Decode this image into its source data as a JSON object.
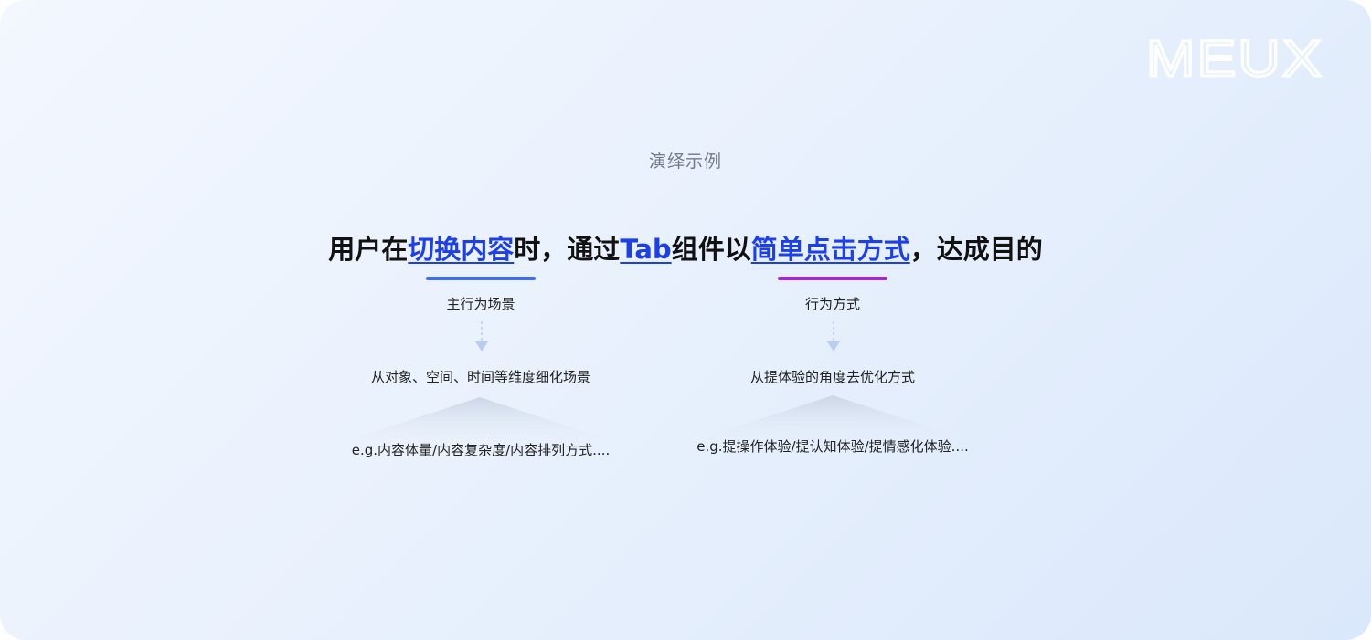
{
  "brand": {
    "logo_text": "MEUX"
  },
  "subtitle": "演绎示例",
  "headline": {
    "p1": "用户在",
    "h1": "切换内容",
    "p2": "时，通过",
    "h2": "Tab",
    "p3": "组件以",
    "h3": "简单点击方式",
    "p4": "，达成目的"
  },
  "left_branch": {
    "tag": "主行为场景",
    "detail": "从对象、空间、时间等维度细化场景",
    "example": "e.g.内容体量/内容复杂度/内容排列方式...."
  },
  "right_branch": {
    "tag": "行为方式",
    "detail": "从提体验的角度去优化方式",
    "example": "e.g.提操作体验/提认知体验/提情感化体验...."
  },
  "colors": {
    "highlight_text": "#1d3fe8",
    "left_bar": "#3e6ff0",
    "right_bar": "#a826d8",
    "arrow": "#b9cdf3"
  }
}
